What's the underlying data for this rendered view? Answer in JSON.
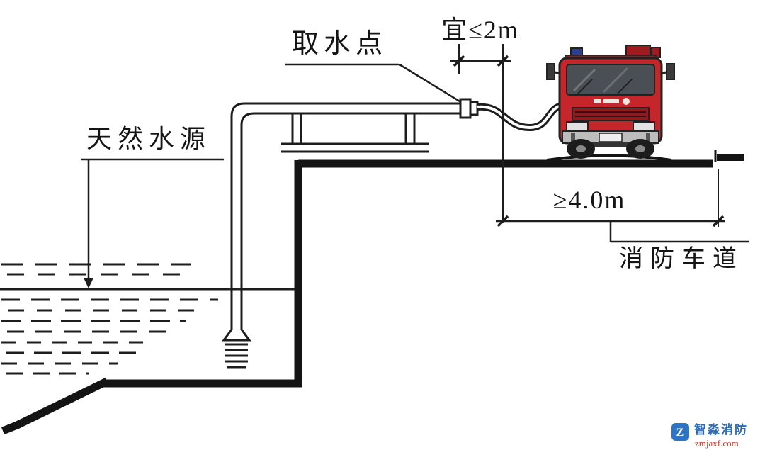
{
  "diagram": {
    "labels": {
      "water_source": "天然水源",
      "intake_point": "取水点",
      "dim_top": "宜≤2m",
      "dim_road": "≥4.0m",
      "fire_lane": "消防车道"
    },
    "watermark": {
      "logo_letter": "Z",
      "brand": "智淼消防",
      "site": "zmjaxf.com"
    },
    "colors": {
      "line": "#1b1b1b",
      "truck_red": "#c4262c",
      "truck_dark_red": "#8e1b20",
      "watermark_blue": "#2b6cb8",
      "watermark_red": "#d2372e",
      "background": "#ffffff"
    }
  }
}
